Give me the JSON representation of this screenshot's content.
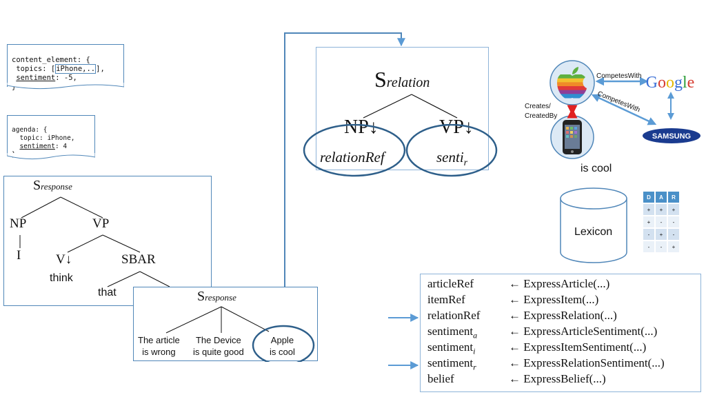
{
  "content_element": {
    "head": "content_element: {",
    "topics_key": " topics: [",
    "topics_value": "iPhone,..",
    "topics_tail": "],",
    "sentiment_key": "sentiment",
    "sentiment_value": ": -5,",
    "close": "}"
  },
  "agenda": {
    "head": "agenda: {",
    "topic_line": "  topic: iPhone,",
    "sentiment_key": "sentiment",
    "sentiment_value": ": 4",
    "close": "}"
  },
  "tree_response_1": {
    "root": "S",
    "root_sub": "response",
    "np": "NP",
    "vp": "VP",
    "pron": "I",
    "v": "V↓",
    "sbar": "SBAR",
    "think": "think",
    "that": "that"
  },
  "tree_response_2": {
    "root": "S",
    "root_sub": "response",
    "leaf1": [
      "The article",
      "is wrong"
    ],
    "leaf2": [
      "The Device",
      "is quite good"
    ],
    "leaf3": [
      "Apple",
      "is cool"
    ]
  },
  "tree_relation": {
    "root": "S",
    "root_sub": "relation",
    "np": "NP↓",
    "vp": "VP↓",
    "np_label": "relationRef",
    "vp_label": "senti",
    "vp_label_sub": "r"
  },
  "knowledge_graph": {
    "competes_top": "CompetesWith",
    "competes_diag": "CompetesWith",
    "creates": [
      "Creates/",
      "CreatedBy"
    ],
    "caption": "is cool",
    "google_letters": [
      "G",
      "o",
      "o",
      "g",
      "l",
      "e"
    ],
    "google_colors": [
      "#3b6fd6",
      "#d63b2f",
      "#e6b800",
      "#3b6fd6",
      "#2e9d3a",
      "#d63b2f"
    ],
    "samsung": "SAMSUNG",
    "apple_colors": [
      "#5fb040",
      "#f2c12e",
      "#f08b28",
      "#e0393a",
      "#8e3f98",
      "#2f8fd0"
    ]
  },
  "lexicon": {
    "label": "Lexicon",
    "headers": [
      "D",
      "A",
      "R"
    ],
    "rows": [
      [
        "+",
        "+",
        "+"
      ],
      [
        "+",
        "-",
        "-"
      ],
      [
        "-",
        "+",
        "-"
      ],
      [
        "-",
        "-",
        "+"
      ]
    ]
  },
  "rules": [
    {
      "lhs": "articleRef",
      "sub": "",
      "rhs": "← ExpressArticle(...)"
    },
    {
      "lhs": "itemRef",
      "sub": "",
      "rhs": "← ExpressItem(...)"
    },
    {
      "lhs": "relationRef",
      "sub": "",
      "rhs": "← ExpressRelation(...)"
    },
    {
      "lhs": "sentiment",
      "sub": "a",
      "rhs": "← ExpressArticleSentiment(...)"
    },
    {
      "lhs": "sentiment",
      "sub": "i",
      "rhs": "← ExpressItemSentiment(...)"
    },
    {
      "lhs": "sentiment",
      "sub": "r",
      "rhs": "← ExpressRelationSentiment(...)"
    },
    {
      "lhs": "belief",
      "sub": "",
      "rhs": "← ExpressBelief(...)"
    }
  ],
  "colors": {
    "accent": "#4f86b8",
    "arrow": "#5b9bd5",
    "red_arrow": "#e02020"
  }
}
